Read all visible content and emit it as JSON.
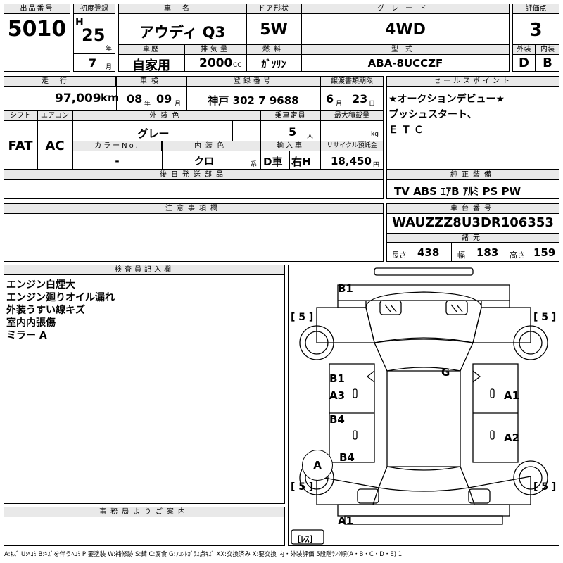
{
  "header": {
    "lot_no_label": "出品番号",
    "lot_no": "5010",
    "first_reg_label": "初度登録",
    "era": "H",
    "reg_year": "25",
    "year_unit": "年",
    "reg_month": "7",
    "month_unit": "月",
    "car_name_label": "車名",
    "car_name": "アウディ Q3",
    "door_label": "ドア形状",
    "door": "5W",
    "grade_label": "グレード",
    "grade": "4WD",
    "score_label": "評価点",
    "score": "3",
    "history_label": "車歴",
    "history": "自家用",
    "displacement_label": "排気量",
    "displacement": "2000",
    "cc_unit": "CC",
    "fuel_label": "燃料",
    "fuel": "ｶﾞｿﾘﾝ",
    "model_label": "型式",
    "model": "ABA-8UCCZF",
    "exterior_label": "外装",
    "exterior": "D",
    "interior_label": "内装",
    "interior": "B"
  },
  "row2": {
    "mileage_label": "走行",
    "mileage": "97,009",
    "km_unit": "km",
    "inspection_label": "車検",
    "insp_year": "08",
    "insp_year_unit": "年",
    "insp_month": "09",
    "insp_month_unit": "月",
    "plate_label": "登録番号",
    "plate": "神戸 302 7 9688",
    "transfer_label": "譲渡書類期限",
    "transfer_month": "6",
    "transfer_month_unit": "月",
    "transfer_day": "23",
    "transfer_day_unit": "日",
    "shift_label": "シフト",
    "shift": "FAT",
    "ac_label": "エアコン",
    "ac": "AC",
    "color_label": "外装色",
    "color": "グレー",
    "capacity_label": "乗車定員",
    "capacity": "5",
    "capacity_unit": "人",
    "max_load_label": "最大積載量",
    "max_load_unit": "kg",
    "color_no_label": "カラーNo.",
    "color_no": "-",
    "interior_color_label": "内装色",
    "interior_color": "クロ",
    "interior_color_suffix": "系",
    "import_label": "輸入車",
    "import_d": "D車",
    "import_side": "右H",
    "recycle_label": "リサイクル預託金",
    "recycle": "18,450",
    "recycle_unit": "円"
  },
  "sales_points": {
    "label": "セールスポイント",
    "lines": [
      "★オークションデビュー★",
      "プッシュスタート、",
      "ＥＴＣ"
    ]
  },
  "later_parts_label": "後日発送部品",
  "equipment": {
    "label": "純正装備",
    "items": "TV ABS ｴｱB ｱﾙﾐ PS PW"
  },
  "notes_label": "注意事項欄",
  "chassis": {
    "label": "車台番号",
    "number": "WAUZZZ8U3DR106353"
  },
  "dimensions": {
    "label": "諸元",
    "length_label": "長さ",
    "length": "438",
    "width_label": "幅",
    "width": "183",
    "height_label": "高さ",
    "height": "159"
  },
  "inspector": {
    "label": "検査員記入欄",
    "lines": [
      "エンジン白煙大",
      "エンジン廻りオイル漏れ",
      "外装うすい線キズ",
      "室内内張傷",
      "ミラー A"
    ]
  },
  "office_label": "事務局よりご案内",
  "diagram": {
    "b1_top": "B1",
    "tire_fl": "[ 5 ]",
    "tire_fr": "[ 5 ]",
    "tire_rl": "[ 5 ]",
    "tire_rr": "[ 5 ]",
    "g": "G",
    "b1_left": "B1",
    "a3": "A3",
    "a1": "A1",
    "b4_left": "B4",
    "a2": "A2",
    "a_circle": "A",
    "b4_rear": "B4",
    "a1_bottom": "A1",
    "spare": "[ﾚｽ]"
  },
  "legend": "A:ｷｽﾞ U:ﾍｺﾐ B:ｷｽﾞを伴うﾍｺﾐ P:要塗装 W:補修跡 S:錆 C:腐食 G:ﾌﾛﾝﾄｶﾞﾗｽ点ｷｽﾞ XX:交換済み X:要交換 内・外装評価 5段階ﾗﾝｸ順(A・B・C・D・E) 1"
}
